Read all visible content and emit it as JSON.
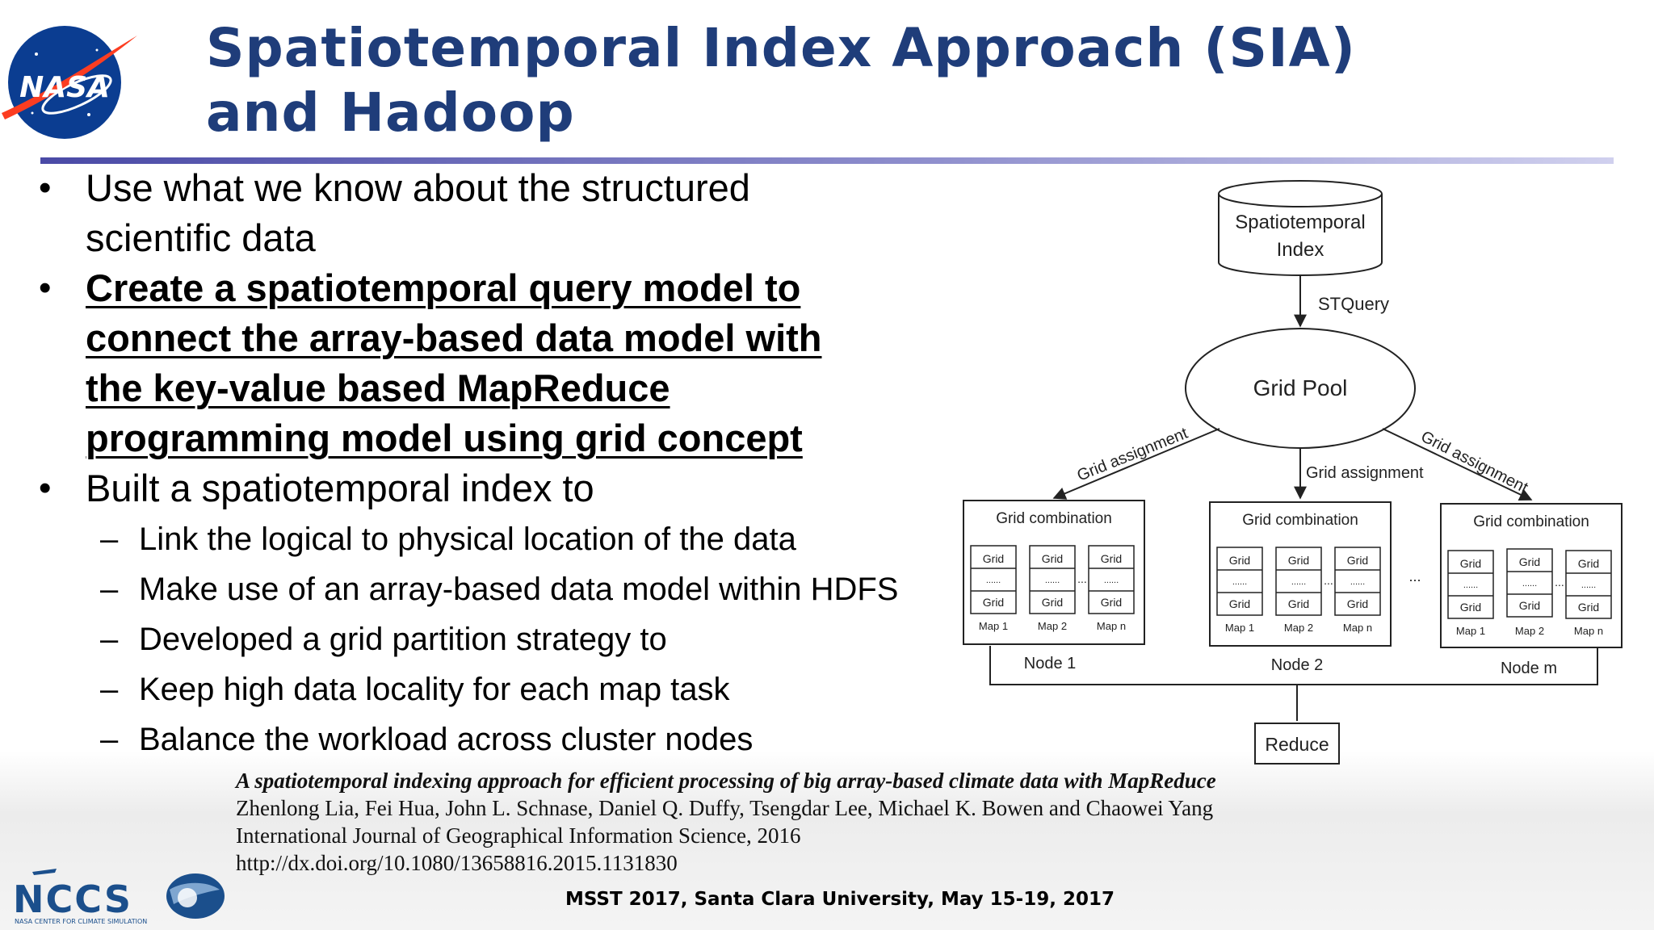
{
  "slide": {
    "title_lines": [
      "Spatiotemporal Index Approach (SIA)",
      "and Hadoop"
    ],
    "nasa_logo_text": "NASA",
    "bullets": [
      {
        "lines": [
          "Use what we know about the structured",
          "scientific data"
        ]
      },
      {
        "lines": [
          "Create a spatiotemporal query model to",
          "connect the array-based data model with",
          "the key-value based MapReduce",
          "programming model using grid concept"
        ]
      },
      {
        "lines": [
          "Built a spatiotemporal index to"
        ]
      }
    ],
    "sub_bullets": [
      "Link the logical to physical location of the data",
      "Make use of an array-based data model within HDFS",
      "Developed a grid partition strategy to",
      "Keep high data locality for each map task",
      "Balance the workload across cluster nodes"
    ],
    "bullet_marker": "•",
    "sub_marker": "–"
  },
  "diagram": {
    "index_lines": [
      "Spatiotemporal",
      "Index"
    ],
    "stquery": "STQuery",
    "grid_pool": "Grid Pool",
    "grid_assignment": "Grid assignment",
    "grid_combination": "Grid combination",
    "grid": "Grid",
    "dots": "......",
    "ellipsis": "...",
    "maps": [
      "Map 1",
      "Map 2",
      "Map n"
    ],
    "nodes": [
      "Node 1",
      "Node 2",
      "Node m"
    ],
    "reduce": "Reduce"
  },
  "citation": {
    "title": "A spatiotemporal indexing approach for efficient processing of big array-based climate data with MapReduce",
    "authors": "Zhenlong Lia, Fei Hua, John L. Schnase, Daniel Q. Duffy, Tsengdar Lee, Michael K. Bowen and Chaowei Yang",
    "journal": "International Journal of Geographical Information Science, 2016",
    "doi": "http://dx.doi.org/10.1080/13658816.2015.1131830"
  },
  "footer": {
    "nccs_text": "NCCS",
    "nccs_subtext": "NASA CENTER FOR CLIMATE SIMULATION",
    "event": "MSST 2017, Santa Clara University, May 15-19, 2017"
  },
  "colors": {
    "title": "#1f3d7a",
    "nasa_blue": "#0b3d91",
    "nasa_red": "#fc3d21",
    "rule_start": "#4a4aa6",
    "nccs_blue": "#1b4f8c"
  },
  "icons": [
    "nasa-meatball-logo",
    "nccs-logo"
  ]
}
